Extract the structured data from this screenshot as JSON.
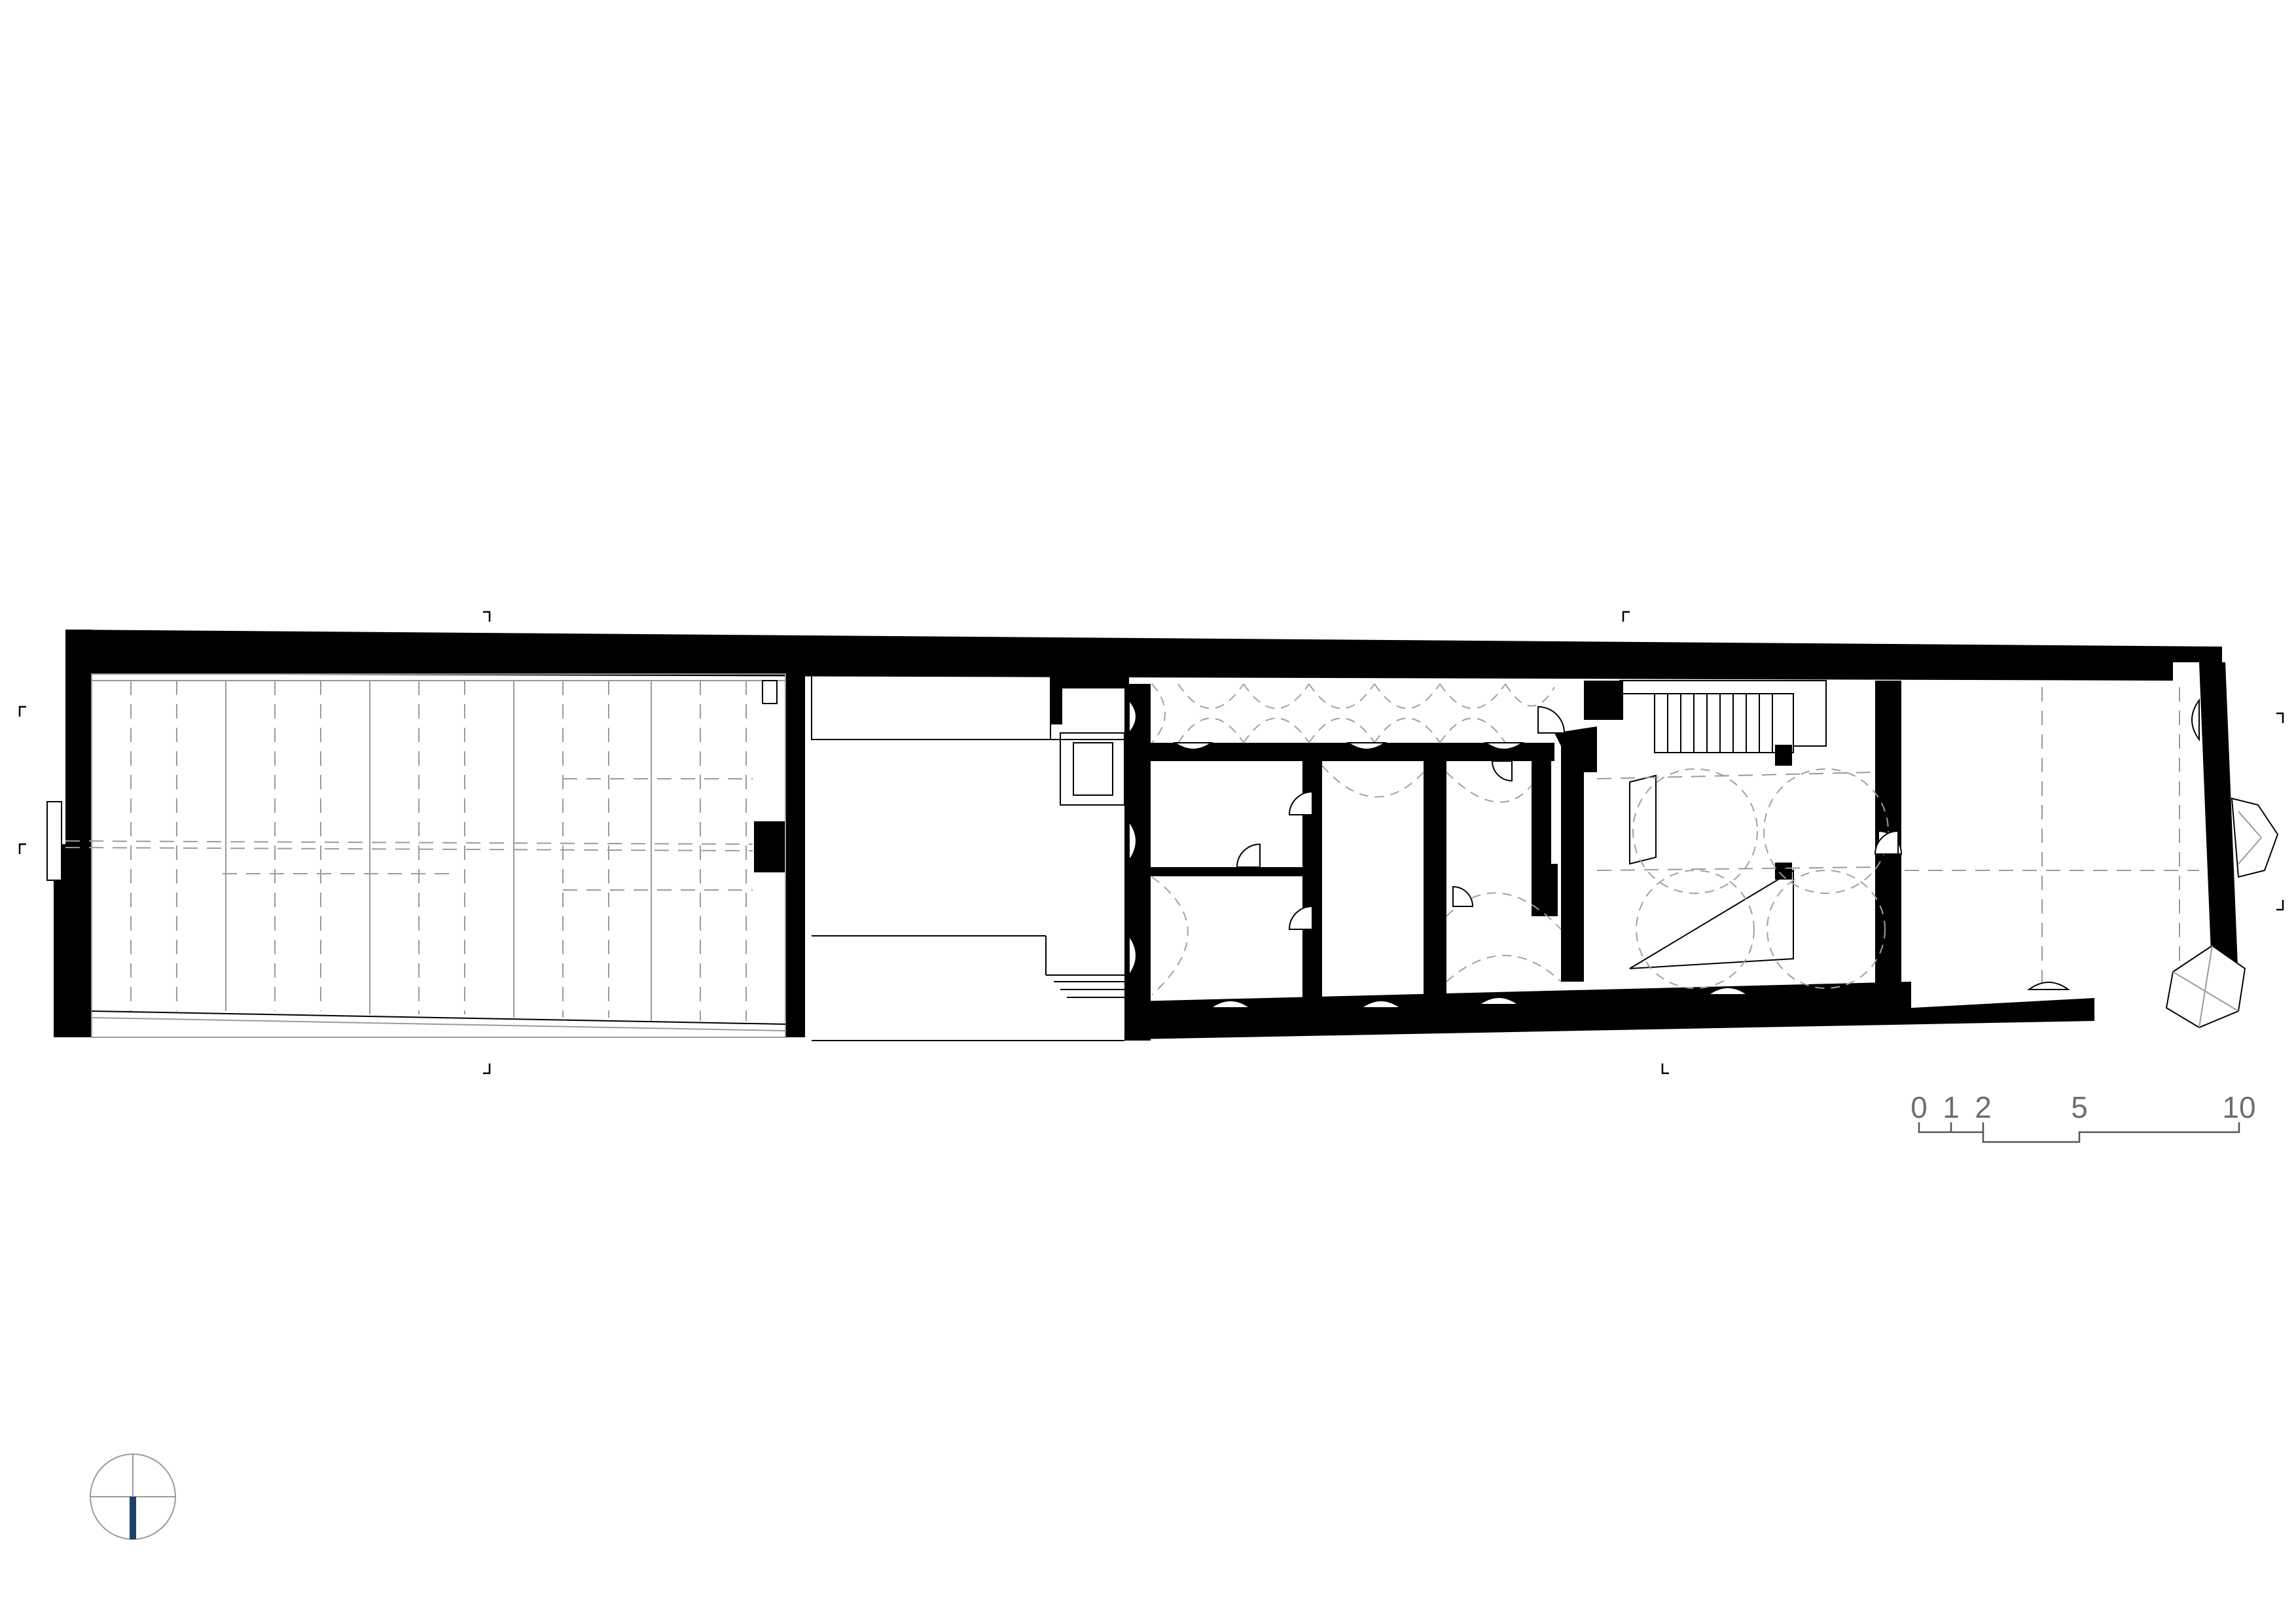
{
  "scale_bar": {
    "labels": [
      "0",
      "1",
      "2",
      "5",
      "10"
    ],
    "values": [
      0,
      1,
      2,
      5,
      10
    ]
  },
  "north_arrow": {
    "icon": "north-arrow-icon",
    "color": "#1f3f66"
  },
  "colors": {
    "wall": "#000000",
    "hidden_lines": "#9a9a9a"
  }
}
